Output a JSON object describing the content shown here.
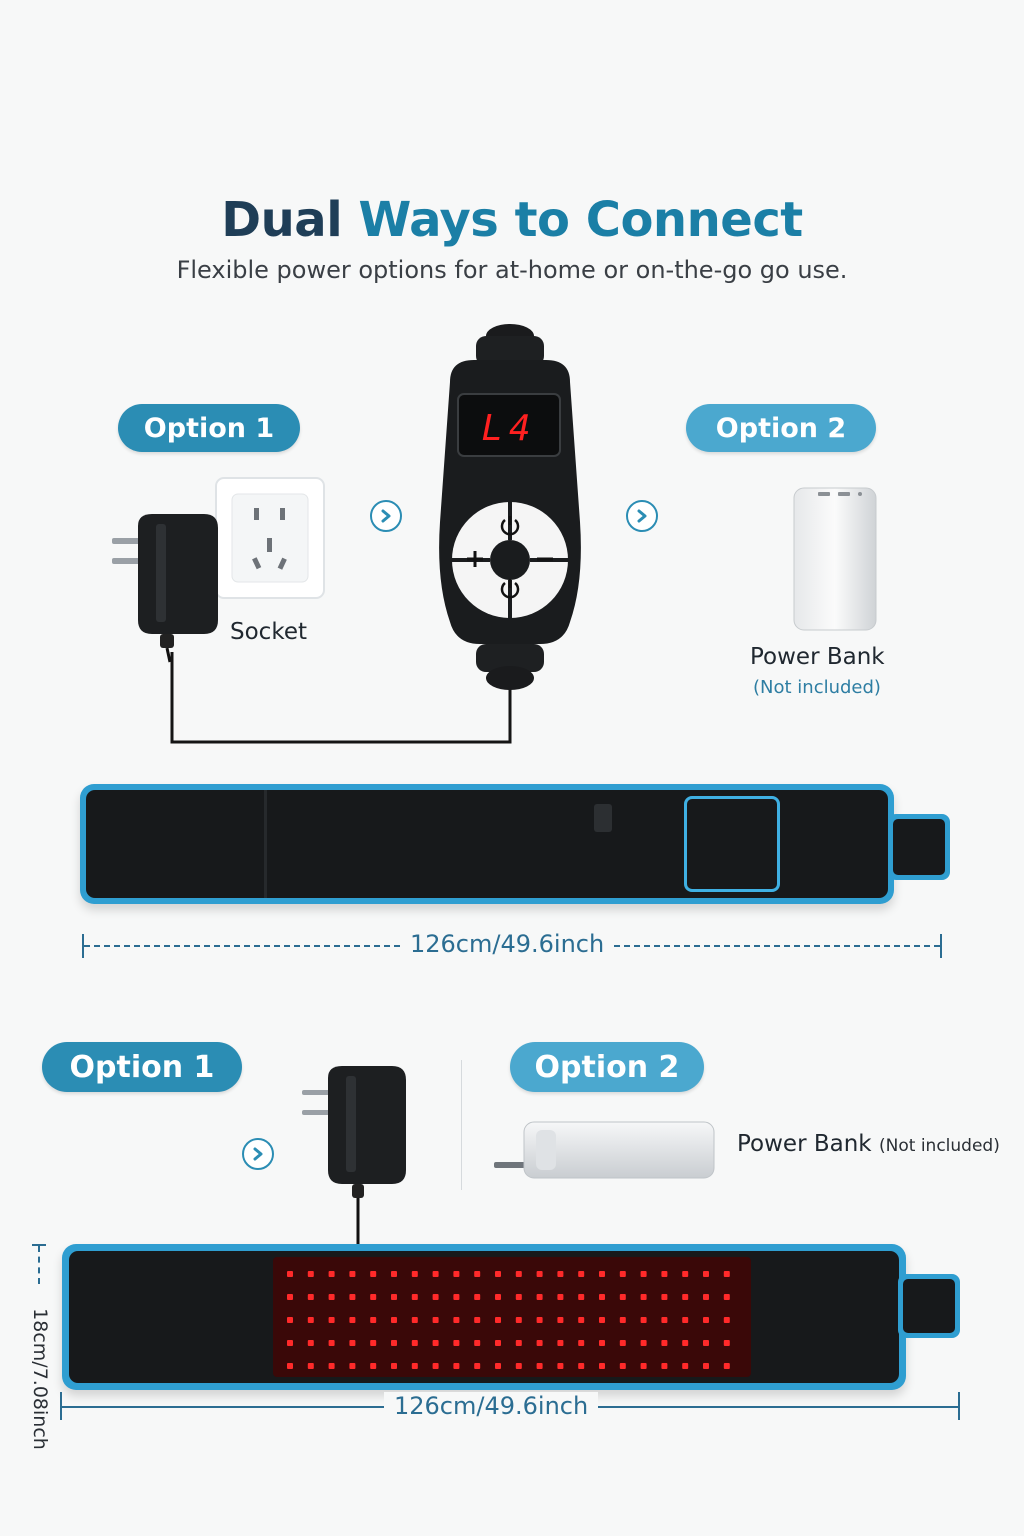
{
  "header": {
    "title_part1": "Dual",
    "title_part2": "Ways to Connect",
    "subtitle": "Flexible power options for at-home or on-the-go go use."
  },
  "top_section": {
    "option1_label": "Option 1",
    "option2_label": "Option 2",
    "socket_label": "Socket",
    "power_bank_label": "Power Bank",
    "not_included_note": "(Not included)",
    "controller_display": "L4",
    "belt_length": "126cm/49.6inch"
  },
  "bottom_section": {
    "option1_label": "Option 1",
    "option2_label": "Option 2",
    "power_bank_label": "Power Bank",
    "not_included_note": "(Not included)",
    "belt_length": "126cm/49.6inch",
    "belt_width": "18cm/7.08inch"
  },
  "colors": {
    "accent": "#2b8db4",
    "title_dark": "#1f3e57",
    "title_blue": "#1b7fa6",
    "belt_trim": "#2f9ed1",
    "led_red": "#ff2a2a"
  },
  "icons": [
    "arrow-right-icon",
    "power-icon",
    "plus-icon",
    "minus-icon"
  ]
}
